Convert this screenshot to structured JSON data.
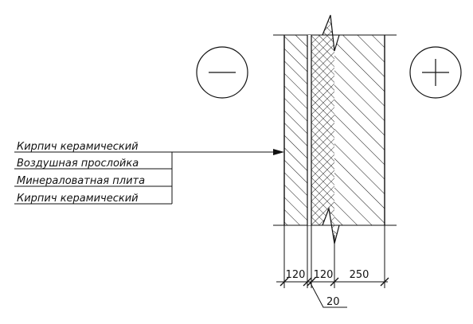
{
  "zones": {
    "cold_symbol": "minus-sign",
    "warm_symbol": "plus-sign"
  },
  "layers_legend": [
    "Кирпич керамический",
    "Воздушная прослойка",
    "Минераловатная плита",
    "Кирпич керамический"
  ],
  "dimensions": {
    "outer_brick": "120",
    "insulation": "120",
    "inner_brick": "250",
    "air_gap": "20"
  },
  "colors": {
    "line": "#111111",
    "background": "#ffffff"
  }
}
